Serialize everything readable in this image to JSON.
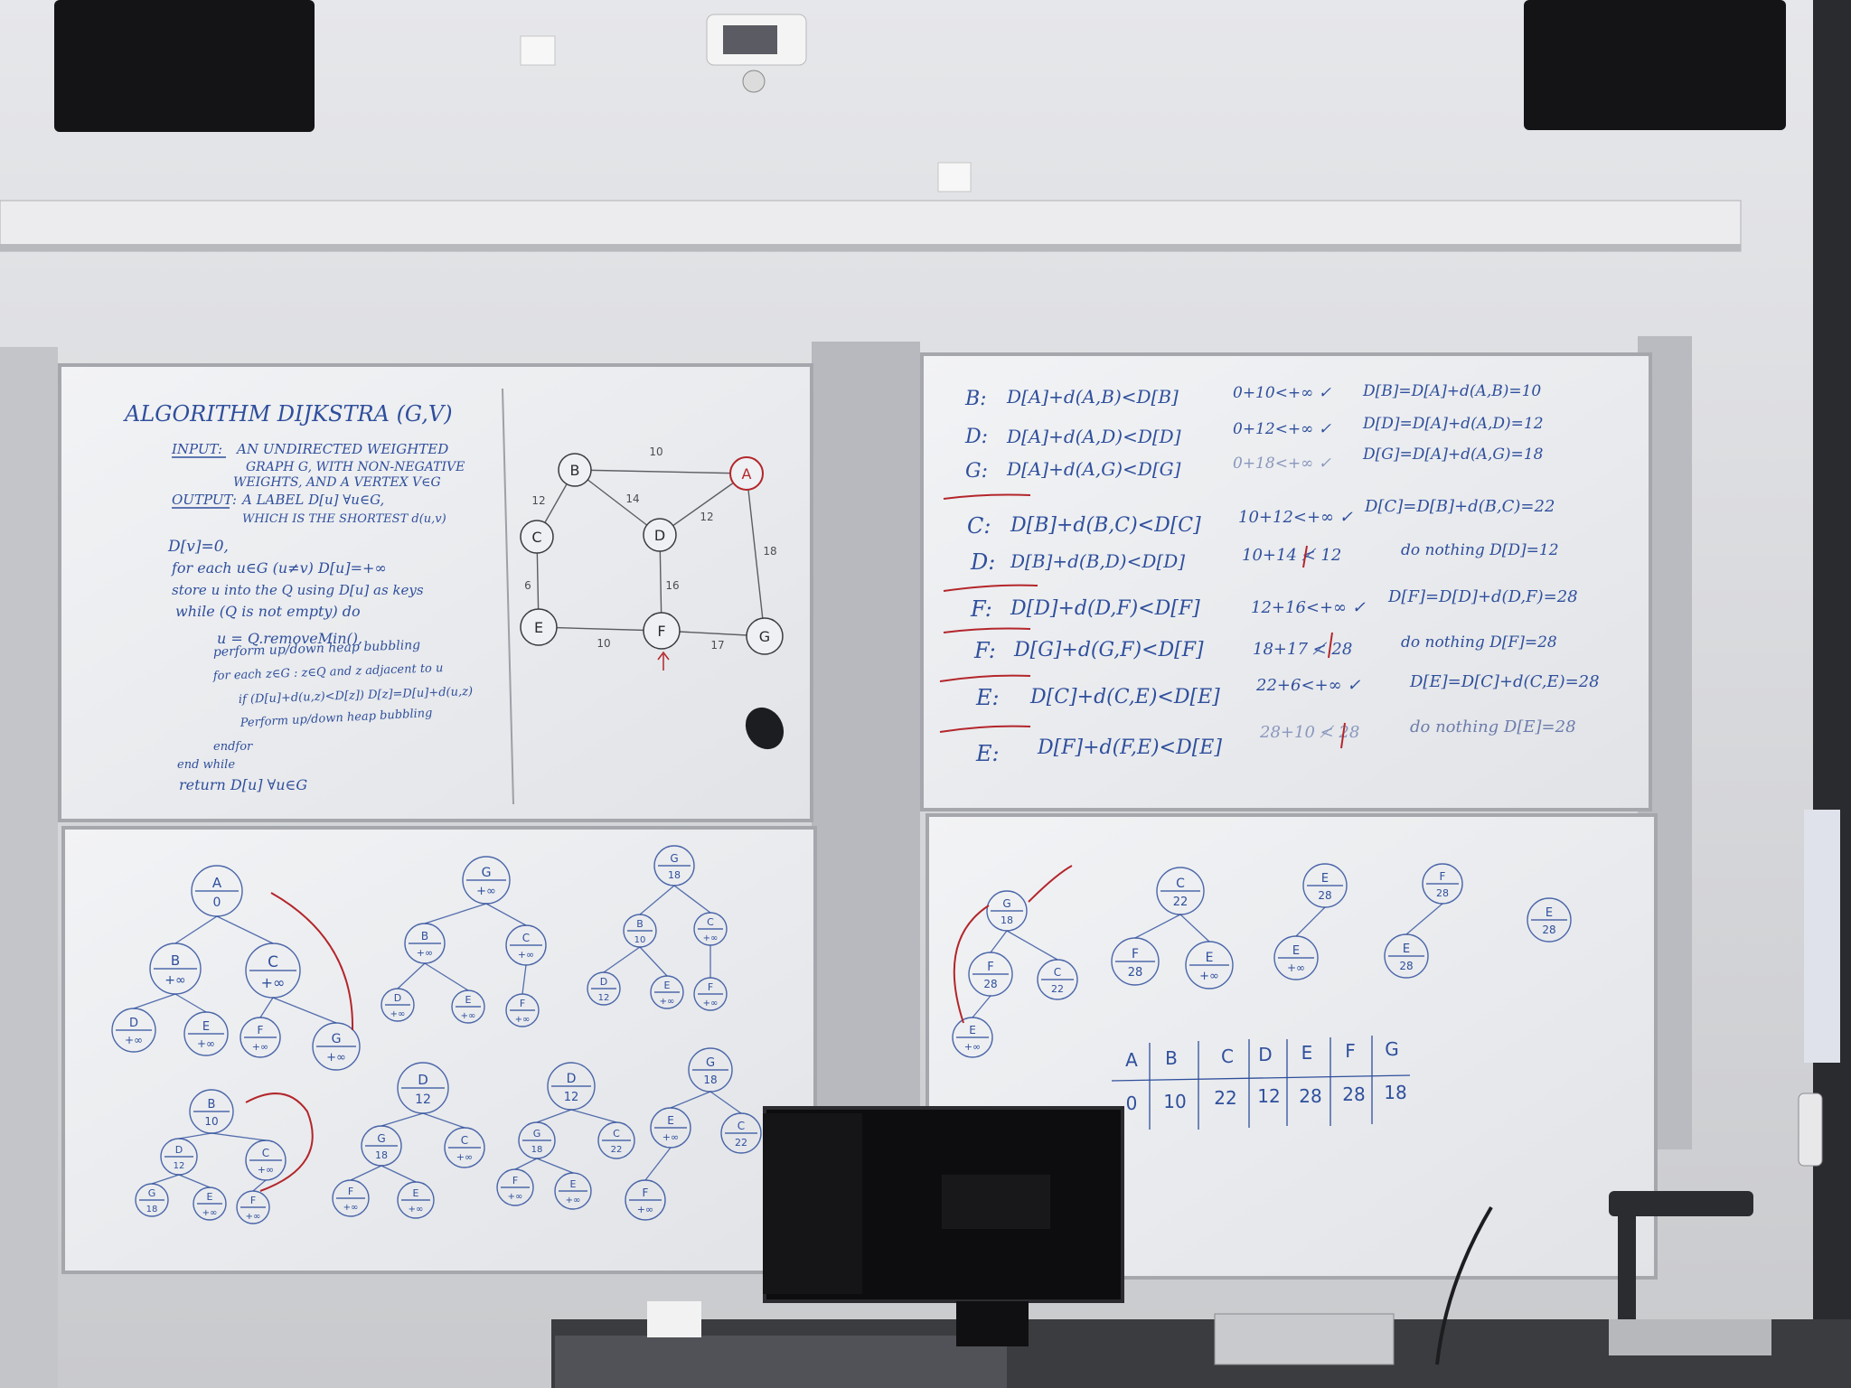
{
  "left_board": {
    "title": "ALGORITHM DIJKSTRA (G,V)",
    "input_label": "INPUT:",
    "input_lines": [
      "AN UNDIRECTED WEIGHTED",
      "GRAPH G, WITH NON-NEGATIVE",
      "WEIGHTS, AND A VERTEX V∈G"
    ],
    "output_label": "OUTPUT:",
    "output_lines": [
      "A LABEL D[u] ∀u∈G,",
      "WHICH IS THE SHORTEST d(u,v)"
    ],
    "code": [
      "D[v]=0,",
      "for each u∈G (u≠v)  D[u]=+∞",
      "store u into the Q using D[u] as keys",
      "while (Q is not empty) do",
      "u = Q.removeMin(),",
      "perform up/down heap bubbling",
      "for each z∈G : z∈Q and z adjacent to u",
      "if (D[u]+d(u,z)<D[z])  D[z]=D[u]+d(u,z)",
      "Perform up/down heap bubbling",
      "endfor",
      "end while",
      "return D[u] ∀u∈G"
    ],
    "graph": {
      "nodes": [
        "B",
        "A",
        "C",
        "D",
        "E",
        "F",
        "G"
      ],
      "edge_weights": [
        "10",
        "12",
        "14",
        "12",
        "18",
        "6",
        "16",
        "10",
        "17"
      ]
    }
  },
  "right_board": {
    "rows": [
      {
        "node": "B:",
        "cond": "D[A]+d(A,B)<D[B]",
        "calc": "0+10<+∞ ✓",
        "result": "D[B]=D[A]+d(A,B)=10"
      },
      {
        "node": "D:",
        "cond": "D[A]+d(A,D)<D[D]",
        "calc": "0+12<+∞ ✓",
        "result": "D[D]=D[A]+d(A,D)=12"
      },
      {
        "node": "G:",
        "cond": "D[A]+d(A,G)<D[G]",
        "calc": "0+18<+∞ ✓",
        "result": "D[G]=D[A]+d(A,G)=18"
      },
      {
        "node": "C:",
        "cond": "D[B]+d(B,C)<D[C]",
        "calc": "10+12<+∞ ✓",
        "result": "D[C]=D[B]+d(B,C)=22"
      },
      {
        "node": "D:",
        "cond": "D[B]+d(B,D)<D[D]",
        "calc": "10+14 ≮ 12",
        "result": "do nothing  D[D]=12"
      },
      {
        "node": "F:",
        "cond": "D[D]+d(D,F)<D[F]",
        "calc": "12+16<+∞ ✓",
        "result": "D[F]=D[D]+d(D,F)=28"
      },
      {
        "node": "F:",
        "cond": "D[G]+d(G,F)<D[F]",
        "calc": "18+17 ≮ 28",
        "result": "do nothing  D[F]=28"
      },
      {
        "node": "E:",
        "cond": "D[C]+d(C,E)<D[E]",
        "calc": "22+6<+∞ ✓",
        "result": "D[E]=D[C]+d(C,E)=28"
      },
      {
        "node": "E:",
        "cond": "D[F]+d(F,E)<D[E]",
        "calc": "28+10 ≮ 28",
        "result": "do nothing  D[E]=28"
      }
    ],
    "table": {
      "headers": [
        "A",
        "B",
        "C",
        "D",
        "E",
        "F",
        "G"
      ],
      "values": [
        "0",
        "10",
        "22",
        "12",
        "28",
        "28",
        "18"
      ]
    }
  },
  "heaps_left": {
    "heap1": [
      "A",
      "0",
      "B",
      "+∞",
      "C",
      "+∞",
      "D",
      "+∞",
      "E",
      "+∞",
      "F",
      "+∞",
      "G",
      "+∞"
    ],
    "heap2": [
      "G",
      "+∞",
      "B",
      "+∞",
      "C",
      "+∞",
      "D",
      "+∞",
      "E",
      "+∞",
      "F",
      "+∞"
    ],
    "heap3": [
      "G",
      "18",
      "B",
      "10",
      "C",
      "+∞",
      "D",
      "12",
      "E",
      "+∞",
      "F",
      "+∞"
    ],
    "heap4": [
      "B",
      "10",
      "D",
      "12",
      "C",
      "+∞",
      "G",
      "18",
      "E",
      "+∞",
      "F",
      "+∞"
    ],
    "heap5": [
      "D",
      "12",
      "G",
      "18",
      "C",
      "+∞",
      "F",
      "+∞",
      "E",
      "+∞"
    ],
    "heap6": [
      "D",
      "12",
      "G",
      "18",
      "C",
      "22",
      "F",
      "+∞",
      "E",
      "+∞"
    ],
    "heap7": [
      "G",
      "18",
      "E",
      "+∞",
      "C",
      "22",
      "F",
      "+∞"
    ]
  },
  "heaps_right": {
    "heap1": [
      "G",
      "18",
      "F",
      "28",
      "C",
      "22",
      "E",
      "+∞"
    ],
    "heap2": [
      "C",
      "22",
      "F",
      "28",
      "E",
      "+∞"
    ],
    "heap3": [
      "E",
      "28",
      "E",
      "+∞"
    ],
    "heap4": [
      "F",
      "28",
      "E",
      "28"
    ],
    "heap5": [
      "E",
      "28"
    ]
  },
  "colors": {
    "marker_blue": "#2f4f9c",
    "marker_red": "#b3262b",
    "board_white": "#ecedf0",
    "wall": "#d9dadd"
  }
}
